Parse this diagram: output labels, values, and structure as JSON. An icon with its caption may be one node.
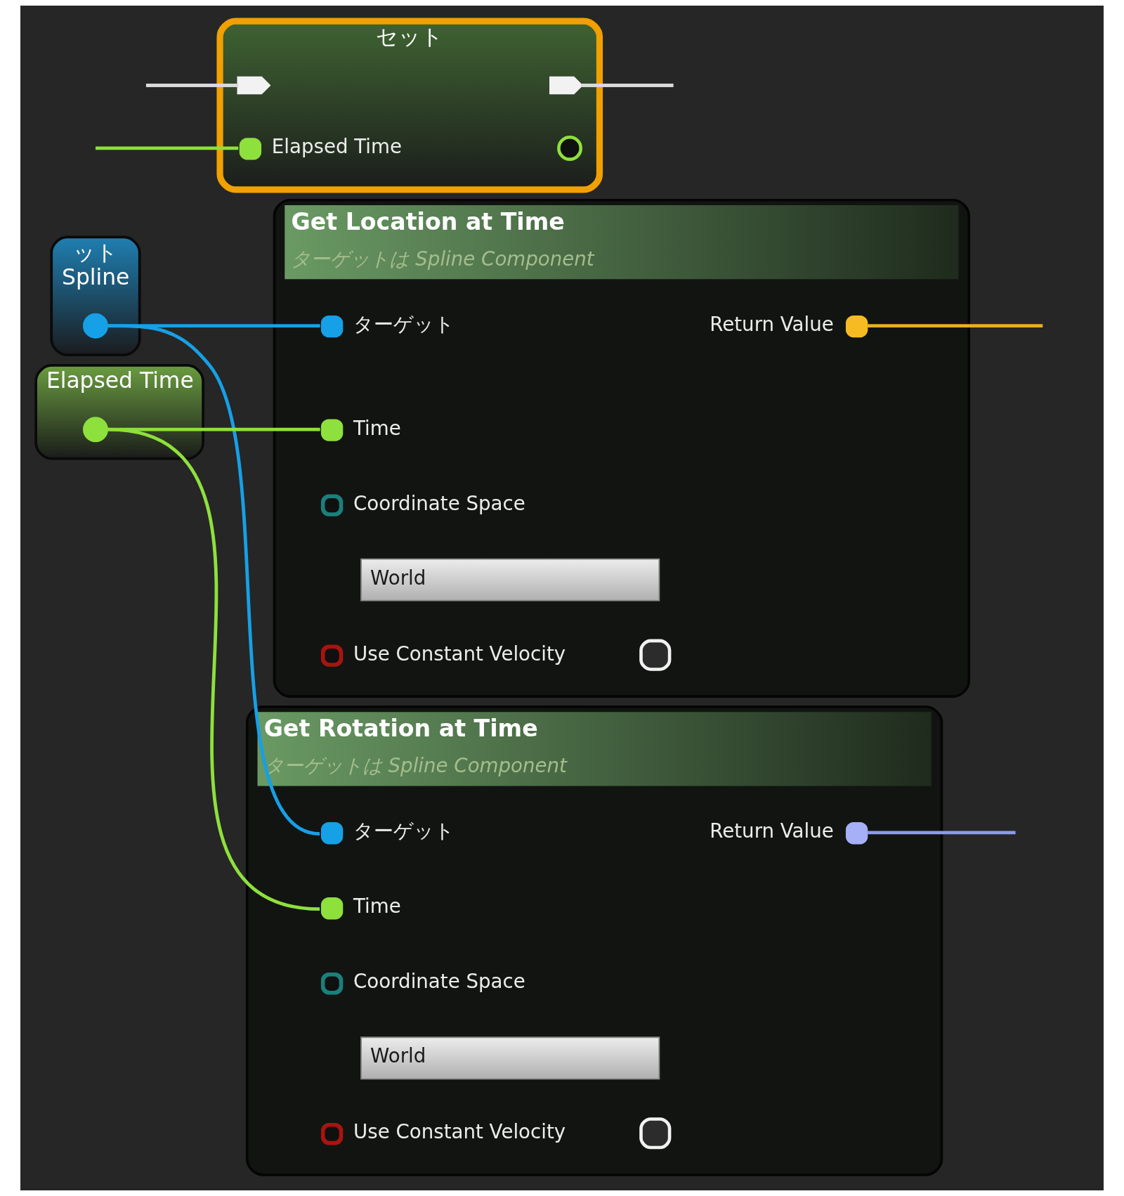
{
  "diagram": {
    "nodes": [
      {
        "text": [
          "セット"
        ]
      },
      {
        "text": [],
        "shape": "pentagon",
        "in": 0
      },
      {
        "text": [],
        "shape": "pentagon",
        "in": 0
      },
      {
        "text": [],
        "shape": "circle",
        "in": 0,
        "beside": [
          "Elapsed Time"
        ]
      },
      {
        "text": [],
        "shape": "circle",
        "in": 0
      },
      {
        "text": [
          "Get Location at Time",
          "ターゲットは Spline Component"
        ]
      },
      {
        "text": [],
        "shape": "circle",
        "in": 5,
        "beside": [
          "ターゲット"
        ]
      },
      {
        "text": [],
        "shape": "circle",
        "in": 5,
        "beside": [
          "Return Value"
        ]
      },
      {
        "text": [],
        "shape": "circle",
        "in": 5,
        "beside": [
          "Time"
        ]
      },
      {
        "text": [],
        "shape": "circle",
        "in": 5,
        "beside": [
          "Coordinate Space"
        ]
      },
      {
        "text": [
          "World"
        ],
        "in": 5
      },
      {
        "text": [],
        "shape": "circle",
        "in": 5,
        "beside": [
          "Use Constant Velocity"
        ]
      },
      {
        "text": [],
        "shape": "box",
        "in": 5
      },
      {
        "text": [
          "ット",
          "Spline"
        ]
      },
      {
        "text": [],
        "shape": "circle",
        "in": 13
      },
      {
        "text": [
          "Elapsed Time"
        ]
      },
      {
        "text": [],
        "shape": "circle",
        "in": 15
      },
      {
        "text": [
          "Get Rotation at Time",
          "ターゲットは Spline Component"
        ]
      },
      {
        "text": [],
        "shape": "circle",
        "in": 17,
        "beside": [
          "ターゲット"
        ]
      },
      {
        "text": [],
        "shape": "circle",
        "in": 17,
        "beside": [
          "Return Value"
        ]
      },
      {
        "text": [],
        "shape": "circle",
        "in": 17,
        "beside": [
          "Time"
        ]
      },
      {
        "text": [],
        "shape": "circle",
        "in": 17,
        "beside": [
          "Coordinate Space"
        ]
      },
      {
        "text": [
          "World"
        ],
        "in": 17
      },
      {
        "text": [],
        "shape": "circle",
        "in": 17,
        "beside": [
          "Use Constant Velocity"
        ]
      },
      {
        "text": [],
        "shape": "box",
        "in": 17
      }
    ],
    "edges": [
      {
        "from": null,
        "to": 1,
        "arrow": "none",
        "color": "#d9d9d9"
      },
      {
        "from": 2,
        "to": null,
        "arrow": "none",
        "color": "#d9d9d9"
      },
      {
        "from": null,
        "to": 3,
        "arrow": "none",
        "color": "#8ee03c"
      },
      {
        "from": 14,
        "to": 6,
        "arrow": "none",
        "color": "#16a0e6"
      },
      {
        "from": 14,
        "to": 18,
        "arrow": "none",
        "color": "#16a0e6"
      },
      {
        "from": 16,
        "to": 8,
        "arrow": "none",
        "color": "#8ee03c"
      },
      {
        "from": 16,
        "to": 20,
        "arrow": "none",
        "color": "#8ee03c"
      },
      {
        "from": 7,
        "to": null,
        "arrow": "none",
        "color": "#e6b020"
      },
      {
        "from": 19,
        "to": null,
        "arrow": "none",
        "color": "#8c9be6"
      }
    ]
  }
}
